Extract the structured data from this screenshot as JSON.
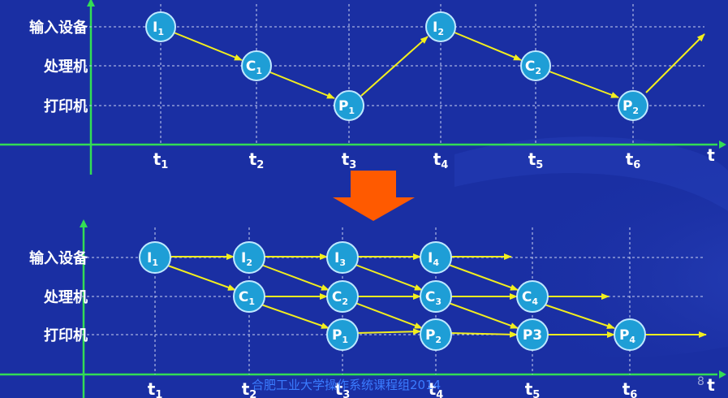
{
  "top_diagram": {
    "rows": [
      "输入设备",
      "处理机",
      "打印机"
    ],
    "ticks": [
      "t1",
      "t2",
      "t3",
      "t4",
      "t5",
      "t6"
    ],
    "axis_label": "t",
    "nodes": [
      {
        "base": "I",
        "sub": "1",
        "row": 0,
        "slot": 1
      },
      {
        "base": "C",
        "sub": "1",
        "row": 1,
        "slot": 2
      },
      {
        "base": "P",
        "sub": "1",
        "row": 2,
        "slot": 3
      },
      {
        "base": "I",
        "sub": "2",
        "row": 0,
        "slot": 4
      },
      {
        "base": "C",
        "sub": "2",
        "row": 1,
        "slot": 5
      },
      {
        "base": "P",
        "sub": "2",
        "row": 2,
        "slot": 6
      }
    ]
  },
  "bottom_diagram": {
    "rows": [
      "输入设备",
      "处理机",
      "打印机"
    ],
    "ticks": [
      "t1",
      "t2",
      "t3",
      "t4",
      "t5",
      "t6"
    ],
    "axis_label": "t",
    "nodes": [
      {
        "base": "I",
        "sub": "1",
        "row": 0,
        "slot": 1
      },
      {
        "base": "I",
        "sub": "2",
        "row": 0,
        "slot": 2
      },
      {
        "base": "I",
        "sub": "3",
        "row": 0,
        "slot": 3
      },
      {
        "base": "I",
        "sub": "4",
        "row": 0,
        "slot": 4
      },
      {
        "base": "C",
        "sub": "1",
        "row": 1,
        "slot": 2
      },
      {
        "base": "C",
        "sub": "2",
        "row": 1,
        "slot": 3
      },
      {
        "base": "C",
        "sub": "3",
        "row": 1,
        "slot": 4
      },
      {
        "base": "C",
        "sub": "4",
        "row": 1,
        "slot": 5
      },
      {
        "base": "P",
        "sub": "1",
        "row": 2,
        "slot": 3
      },
      {
        "base": "P",
        "sub": "2",
        "row": 2,
        "slot": 4
      },
      {
        "base": "P3",
        "sub": "",
        "row": 2,
        "slot": 5
      },
      {
        "base": "P",
        "sub": "4",
        "row": 2,
        "slot": 6
      }
    ]
  },
  "footer": {
    "text": "合肥工业大学操作系统课程组2014",
    "page_number": "8"
  },
  "colors": {
    "background": "#1a2fa3",
    "axis": "#33dd55",
    "node_fill": "#1e9ed6",
    "node_stroke": "#bfe9ff",
    "arrow": "#f2ee1e",
    "down_arrow": "#ff5a00",
    "text": "#ffffff",
    "footer_text": "#3b7cff"
  }
}
